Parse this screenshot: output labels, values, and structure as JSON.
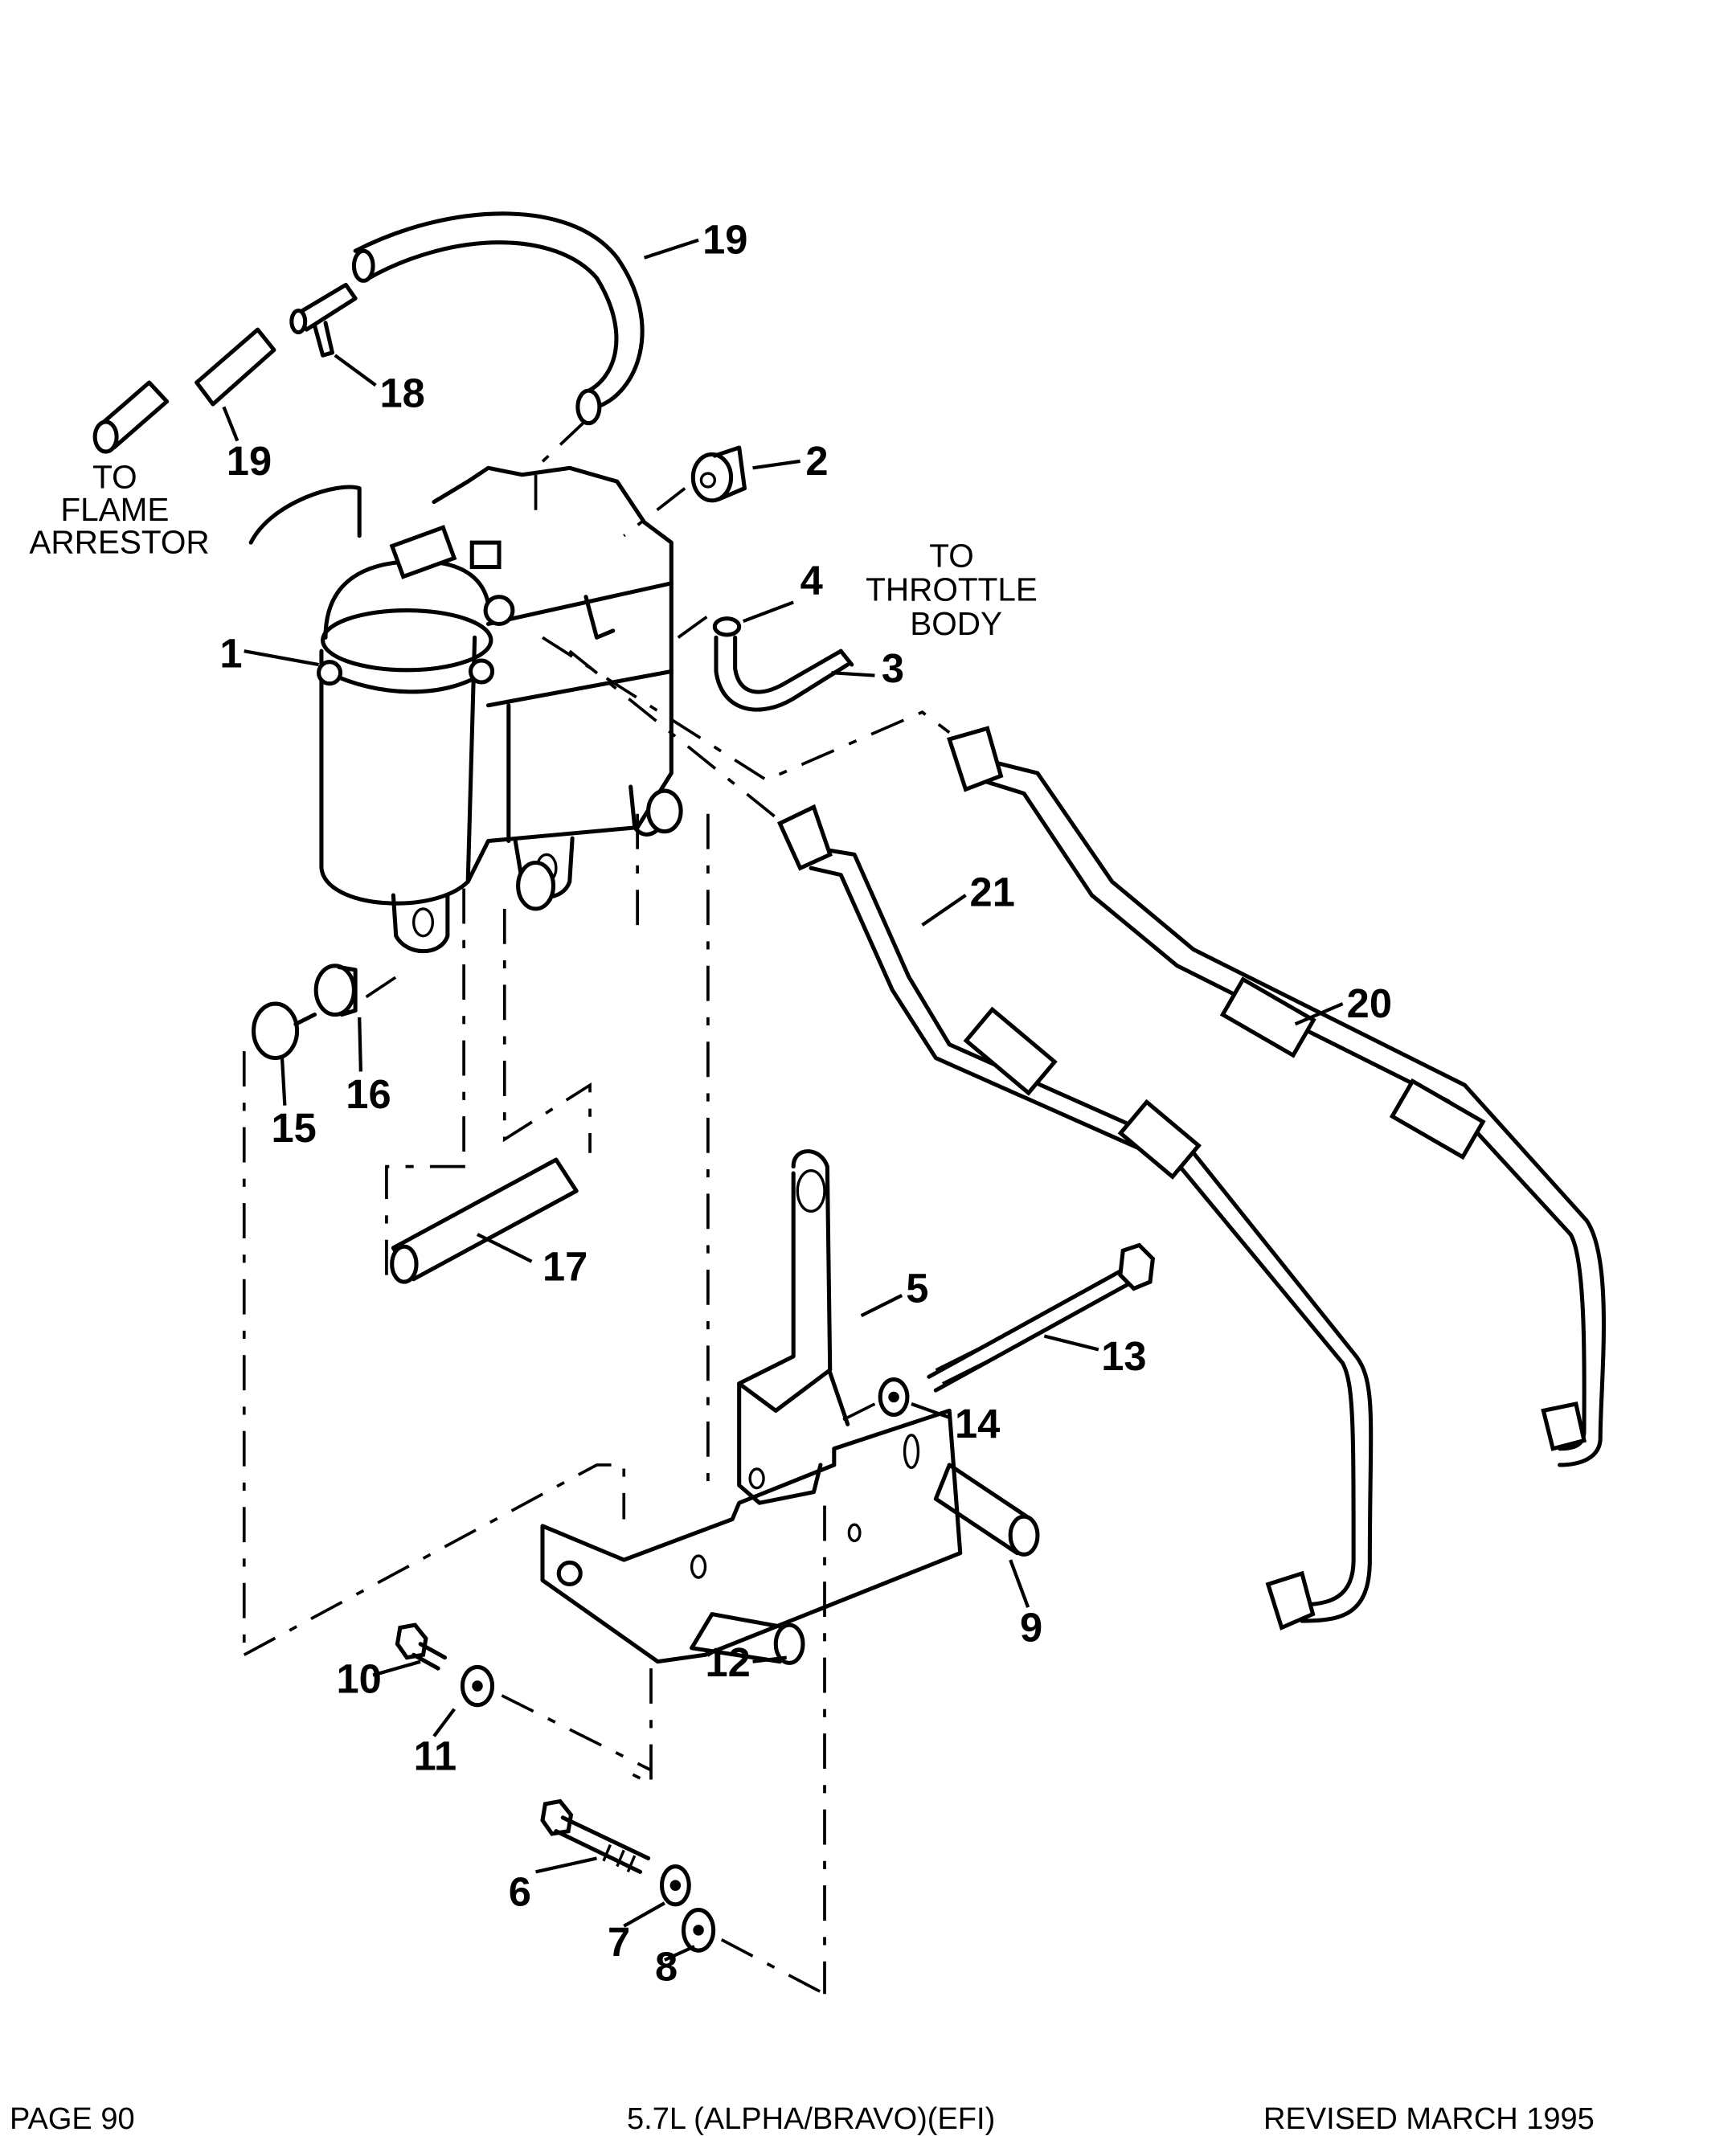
{
  "diagram": {
    "title": "Fuel cooler / vapor separator exploded parts view",
    "notes": {
      "flame_arrestor": [
        "TO",
        "FLAME",
        "ARRESTOR"
      ],
      "throttle_body": [
        "TO",
        "THROTTLE",
        "BODY"
      ]
    },
    "callouts": {
      "c1": "1",
      "c2": "2",
      "c3": "3",
      "c4": "4",
      "c5": "5",
      "c6": "6",
      "c7": "7",
      "c8": "8",
      "c9": "9",
      "c10": "10",
      "c11": "11",
      "c12": "12",
      "c13": "13",
      "c14": "14",
      "c15": "15",
      "c16": "16",
      "c17": "17",
      "c18": "18",
      "c19a": "19",
      "c19b": "19",
      "c20": "20",
      "c21": "21"
    }
  },
  "footer": {
    "page": "PAGE 90",
    "model": "5.7L (ALPHA/BRAVO)(EFI)",
    "revision": "REVISED MARCH 1995"
  }
}
